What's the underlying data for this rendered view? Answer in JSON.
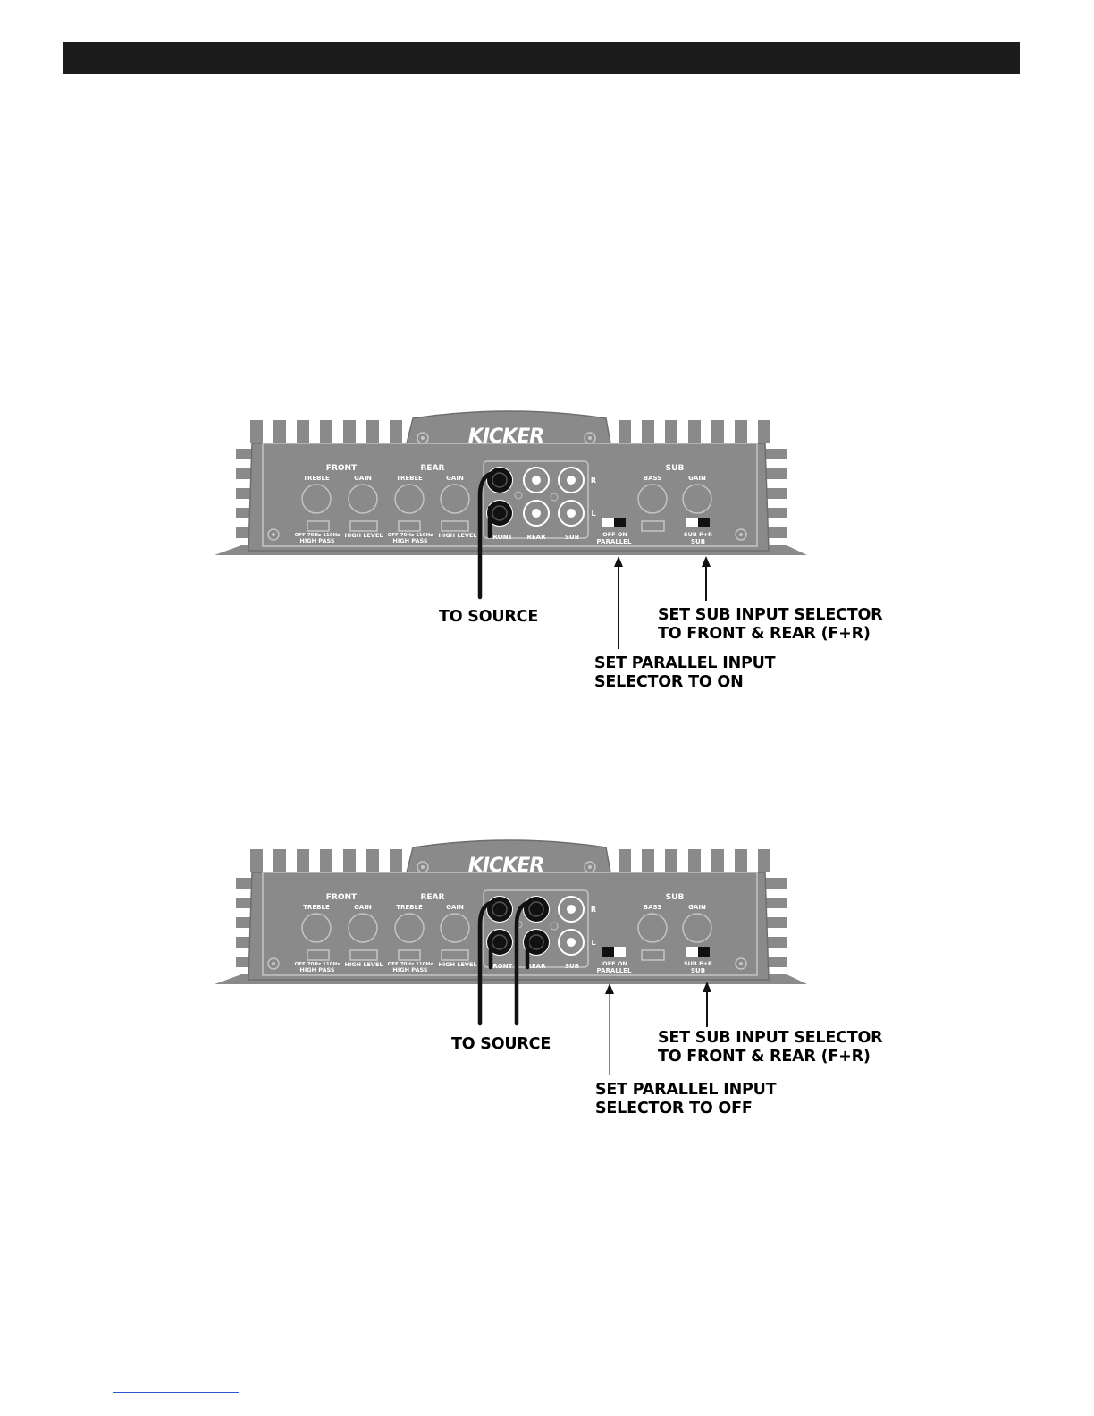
{
  "diagrams": [
    {
      "brand": "KICKER",
      "panel": {
        "front": "FRONT",
        "rear": "REAR",
        "sub": "SUB",
        "treble": "TREBLE",
        "gain": "GAIN",
        "bass": "BASS",
        "high_pass": "HIGH PASS",
        "high_pass_values": "OFF 70Hz 110Hz",
        "high_level": "HIGH LEVEL",
        "rca_front": "FRONT",
        "rca_rear": "REAR",
        "rca_sub": "SUB",
        "channel_r": "R",
        "channel_l": "L",
        "parallel": "PARALLEL",
        "parallel_values": "OFF   ON",
        "sub_select": "SUB",
        "sub_select_values": "SUB  F+R"
      },
      "parallel_switch": "ON",
      "sub_switch": "F+R",
      "callouts": {
        "source": "TO SOURCE",
        "sub_selector": "SET SUB INPUT SELECTOR\nTO FRONT & REAR (F+R)",
        "parallel_selector": "SET PARALLEL INPUT\nSELECTOR TO ON"
      }
    },
    {
      "brand": "KICKER",
      "panel": {
        "front": "FRONT",
        "rear": "REAR",
        "sub": "SUB",
        "treble": "TREBLE",
        "gain": "GAIN",
        "bass": "BASS",
        "high_pass": "HIGH PASS",
        "high_pass_values": "OFF 70Hz 110Hz",
        "high_level": "HIGH LEVEL",
        "rca_front": "FRONT",
        "rca_rear": "REAR",
        "rca_sub": "SUB",
        "channel_r": "R",
        "channel_l": "L",
        "parallel": "PARALLEL",
        "parallel_values": "OFF   ON",
        "sub_select": "SUB",
        "sub_select_values": "SUB  F+R"
      },
      "parallel_switch": "OFF",
      "sub_switch": "F+R",
      "callouts": {
        "source": "TO SOURCE",
        "sub_selector": "SET SUB INPUT SELECTOR\nTO FRONT & REAR (F+R)",
        "parallel_selector": "SET PARALLEL INPUT\nSELECTOR TO OFF"
      }
    }
  ],
  "colors": {
    "chassis": "#8a8a8a",
    "chassis_edge": "#6e6e6e",
    "panel_line": "#c4c4c4",
    "panel_text": "#ffffff",
    "cable": "#111111",
    "header_bar": "#1c1c1c"
  }
}
